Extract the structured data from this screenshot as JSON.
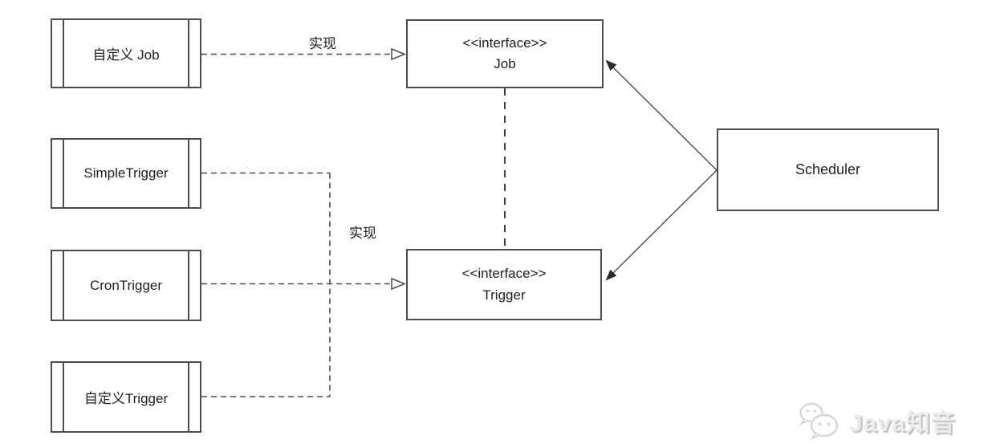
{
  "diagram": {
    "components": [
      {
        "id": "custom-job",
        "label": "自定义 Job"
      },
      {
        "id": "simple-trigger",
        "label": "SimpleTrigger"
      },
      {
        "id": "cron-trigger",
        "label": "CronTrigger"
      },
      {
        "id": "custom-trigger",
        "label": "自定义Trigger"
      }
    ],
    "interfaces": [
      {
        "id": "job",
        "stereotype": "<<interface>>",
        "name": "Job"
      },
      {
        "id": "trigger",
        "stereotype": "<<interface>>",
        "name": "Trigger"
      }
    ],
    "scheduler": {
      "label": "Scheduler"
    },
    "edge_labels": {
      "realize_job": "实现",
      "realize_trigger": "实现"
    },
    "relations": [
      {
        "from": "custom-job",
        "to": "job",
        "type": "realization",
        "style": "dashed-hollow-triangle"
      },
      {
        "from": "simple-trigger",
        "to": "trigger",
        "type": "realization",
        "style": "dashed-hollow-triangle"
      },
      {
        "from": "cron-trigger",
        "to": "trigger",
        "type": "realization",
        "style": "dashed-hollow-triangle"
      },
      {
        "from": "custom-trigger",
        "to": "trigger",
        "type": "realization",
        "style": "dashed-hollow-triangle"
      },
      {
        "from": "job",
        "to": "trigger",
        "type": "dashed-association",
        "style": "dashed"
      },
      {
        "from": "scheduler",
        "to": "job",
        "type": "association",
        "style": "solid-filled-arrow"
      },
      {
        "from": "scheduler",
        "to": "trigger",
        "type": "association",
        "style": "solid-filled-arrow"
      }
    ]
  },
  "watermark": {
    "text": "Java知音",
    "icon": "wechat-chat-bubbles-icon"
  },
  "colors": {
    "background": "#ffffff",
    "box_border": "#4d4d4d",
    "line": "#4d4d4d",
    "text": "#1f1f1f",
    "watermark_text": "#ececec",
    "watermark_shadow": "#bfbfbf"
  }
}
